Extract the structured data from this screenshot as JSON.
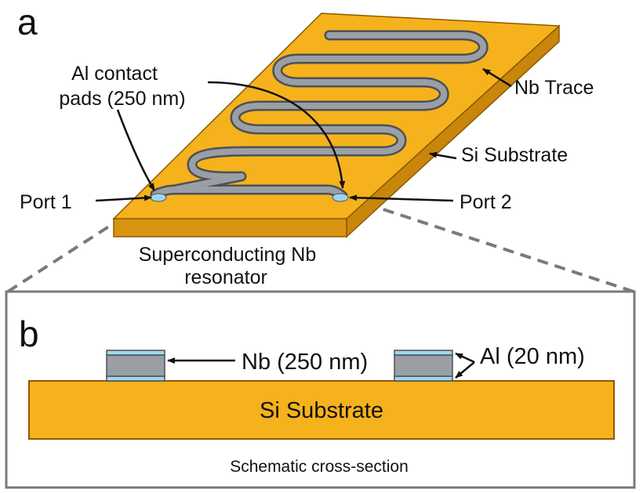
{
  "colors": {
    "substrate_top": "#F6B21C",
    "substrate_side": "#C8860A",
    "substrate_edge": "#8A5A00",
    "nb_trace": "#9A9FA5",
    "nb_edge": "#4C5157",
    "al_pad": "#9ED6EE",
    "dash": "#7A7A7A",
    "text": "#111111"
  },
  "panel_a": {
    "letter": "a",
    "labels": {
      "al_pads_line1": "Al contact",
      "al_pads_line2": "pads (250 nm)",
      "nb_trace": "Nb Trace",
      "si_substrate": "Si Substrate",
      "port1": "Port 1",
      "port2": "Port 2",
      "caption_line1": "Superconducting Nb",
      "caption_line2": "resonator"
    }
  },
  "panel_b": {
    "letter": "b",
    "labels": {
      "nb": "Nb (250 nm)",
      "al": "Al (20 nm)",
      "substrate": "Si Substrate",
      "caption": "Schematic cross-section"
    }
  }
}
